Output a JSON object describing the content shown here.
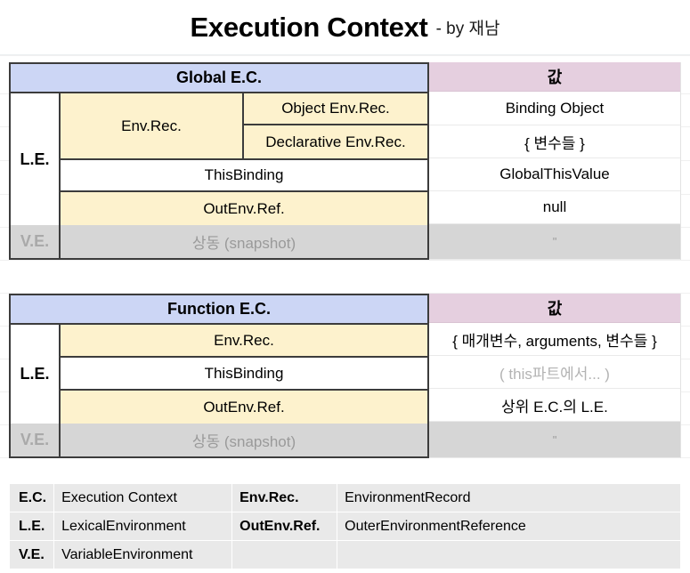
{
  "title": {
    "main": "Execution Context",
    "sub": "- by 재남"
  },
  "value_header": "값",
  "global_ec": {
    "header": "Global E.C.",
    "le_label": "L.E.",
    "ve_label": "V.E.",
    "env_rec": "Env.Rec.",
    "object_env_rec": "Object Env.Rec.",
    "declarative_env_rec": "Declarative Env.Rec.",
    "this_binding": "ThisBinding",
    "out_env_ref": "OutEnv.Ref.",
    "ve_text": "상동 (snapshot)",
    "values": {
      "object_env_rec": "Binding Object",
      "declarative_env_rec": "{ 변수들 }",
      "this_binding": "GlobalThisValue",
      "out_env_ref": "null",
      "ve": "\""
    }
  },
  "function_ec": {
    "header": "Function E.C.",
    "le_label": "L.E.",
    "ve_label": "V.E.",
    "env_rec": "Env.Rec.",
    "this_binding": "ThisBinding",
    "out_env_ref": "OutEnv.Ref.",
    "ve_text": "상동 (snapshot)",
    "values": {
      "env_rec": "{ 매개변수, arguments, 변수들 }",
      "this_binding": "( this파트에서... )",
      "out_env_ref": "상위 E.C.의 L.E.",
      "ve": "\""
    }
  },
  "legend": {
    "rows": [
      {
        "abbr": "E.C.",
        "full": "Execution Context",
        "abbr2": "Env.Rec.",
        "full2": "EnvironmentRecord"
      },
      {
        "abbr": "L.E.",
        "full": "LexicalEnvironment",
        "abbr2": "OutEnv.Ref.",
        "full2": "OuterEnvironmentReference"
      },
      {
        "abbr": "V.E.",
        "full": "VariableEnvironment",
        "abbr2": "",
        "full2": ""
      }
    ]
  },
  "colors": {
    "header_blue": "#ccd6f5",
    "value_header_pink": "#e5cfdf",
    "yellow": "#fdf2cd",
    "gray": "#d6d6d6",
    "border": "#3c3c3c"
  }
}
